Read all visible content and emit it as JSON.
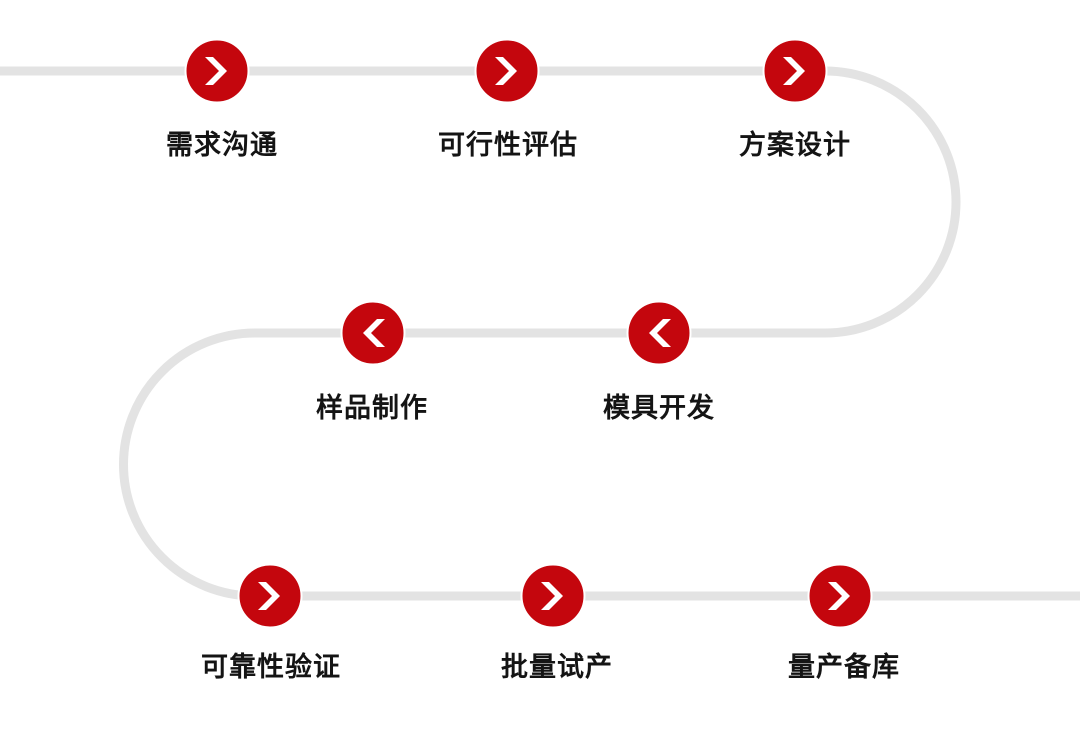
{
  "process": {
    "steps": [
      {
        "label": "需求沟通",
        "direction": "right"
      },
      {
        "label": "可行性评估",
        "direction": "right"
      },
      {
        "label": "方案设计",
        "direction": "right"
      },
      {
        "label": "模具开发",
        "direction": "left"
      },
      {
        "label": "样品制作",
        "direction": "left"
      },
      {
        "label": "可靠性验证",
        "direction": "right"
      },
      {
        "label": "批量试产",
        "direction": "right"
      },
      {
        "label": "量产备库",
        "direction": "right"
      }
    ]
  },
  "colors": {
    "node_fill": "#c4060d",
    "node_ring": "#ffffff",
    "arrow": "#ffffff",
    "track": "#e3e3e3",
    "label": "#141414"
  }
}
